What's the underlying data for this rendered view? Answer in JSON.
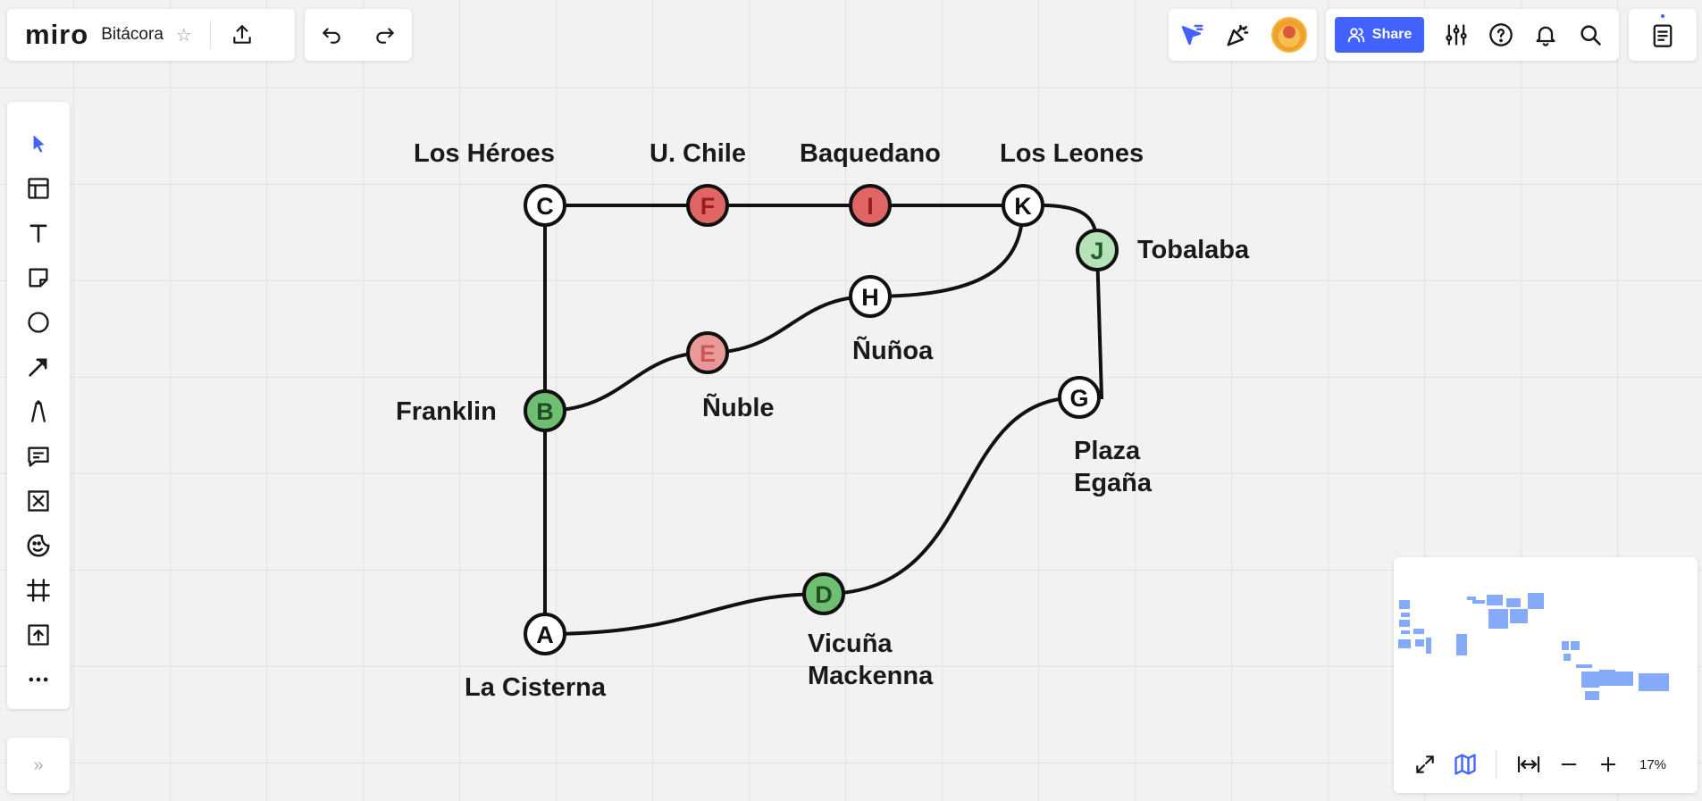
{
  "app": {
    "logo": "miro",
    "board_title": "Bitácora"
  },
  "header": {
    "share_label": "Share",
    "icons": [
      "star-icon",
      "upload-icon",
      "undo-icon",
      "redo-icon",
      "cursor-filter-icon",
      "celebrate-icon",
      "avatar",
      "share-users-icon",
      "settings-sliders-icon",
      "help-icon",
      "bell-icon",
      "search-icon",
      "notes-icon"
    ]
  },
  "toolbar": {
    "tools": [
      "select",
      "templates",
      "text",
      "sticky-note",
      "shape",
      "arrow",
      "pen",
      "comment",
      "frame-x",
      "emoji",
      "crop-frame",
      "upload",
      "more"
    ]
  },
  "diagram": {
    "nodes": [
      {
        "id": "C",
        "label": "Los Héroes",
        "color": "white"
      },
      {
        "id": "F",
        "label": "U. Chile",
        "color": "red"
      },
      {
        "id": "I",
        "label": "Baquedano",
        "color": "red"
      },
      {
        "id": "K",
        "label": "Los Leones",
        "color": "white"
      },
      {
        "id": "J",
        "label": "Tobalaba",
        "color": "light-green"
      },
      {
        "id": "H",
        "label": "Ñuñoa",
        "color": "white"
      },
      {
        "id": "E",
        "label": "Ñuble",
        "color": "light-red"
      },
      {
        "id": "B",
        "label": "Franklin",
        "color": "green"
      },
      {
        "id": "G",
        "label_line1": "Plaza",
        "label_line2": "Egaña",
        "color": "white"
      },
      {
        "id": "A",
        "label": "La Cisterna",
        "color": "white"
      },
      {
        "id": "D",
        "label_line1": "Vicuña",
        "label_line2": "Mackenna",
        "color": "green"
      }
    ],
    "edges": [
      [
        "C",
        "F"
      ],
      [
        "F",
        "I"
      ],
      [
        "I",
        "K"
      ],
      [
        "K",
        "J"
      ],
      [
        "J",
        "G"
      ],
      [
        "C",
        "B"
      ],
      [
        "B",
        "A"
      ],
      [
        "B",
        "E"
      ],
      [
        "E",
        "H"
      ],
      [
        "H",
        "K"
      ],
      [
        "A",
        "D"
      ],
      [
        "D",
        "G"
      ]
    ],
    "colors": {
      "white": "#ffffff",
      "red": "#e06666",
      "light-red": "#ea9999",
      "green": "#6fbf73",
      "light-green": "#b7e1b9",
      "stroke": "#111111"
    }
  },
  "minimap": {
    "zoom_level": "17%"
  }
}
